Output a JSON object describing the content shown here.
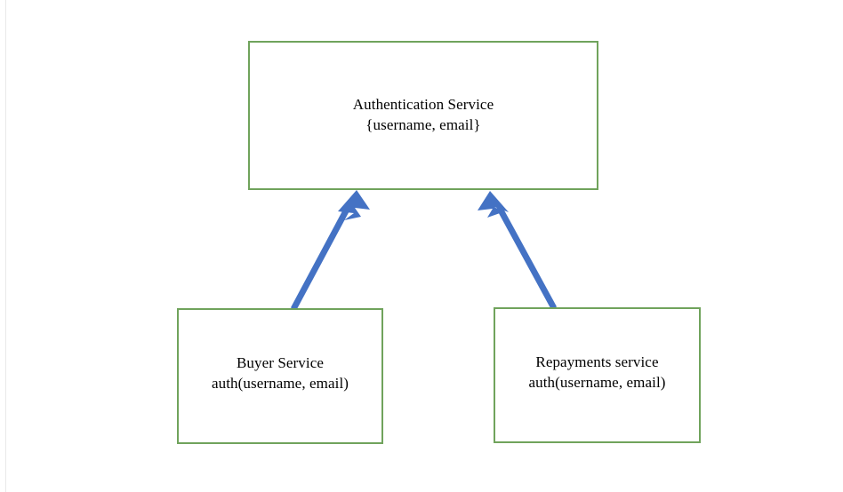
{
  "diagram": {
    "type": "flow-diagram",
    "background_color": "#ffffff",
    "node_border_color": "#70a35c",
    "node_fill_color": "#ffffff",
    "arrow_color": "#4472c4",
    "text_color": "#000000",
    "nodes": [
      {
        "id": "auth",
        "name": "authentication-service-node",
        "title": "Authentication Service",
        "subtitle": "{username, email}"
      },
      {
        "id": "buyer",
        "name": "buyer-service-node",
        "title": "Buyer Service",
        "subtitle": "auth(username, email)"
      },
      {
        "id": "repayments",
        "name": "repayments-service-node",
        "title": "Repayments service",
        "subtitle": "auth(username, email)"
      }
    ],
    "edges": [
      {
        "id": "buyer-to-auth",
        "name": "arrow-buyer-to-authentication",
        "from": "buyer",
        "to": "auth",
        "direction": "up-right",
        "label": ""
      },
      {
        "id": "repayments-to-auth",
        "name": "arrow-repayments-to-authentication",
        "from": "repayments",
        "to": "auth",
        "direction": "up-left",
        "label": ""
      }
    ]
  }
}
